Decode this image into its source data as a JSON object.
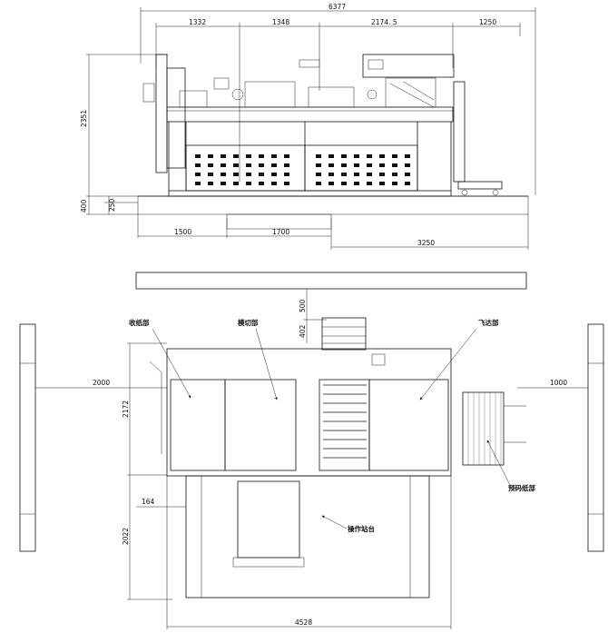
{
  "front_view": {
    "overall_width": "6377",
    "seg_1": "1332",
    "seg_2": "1348",
    "seg_3": "2174. 5",
    "seg_4": "1250",
    "height": "2351",
    "platform_height": "400",
    "base_height": "250",
    "pit_1": "1500",
    "pit_2": "1700",
    "pit_3": "3250"
  },
  "top_view": {
    "gap_top": "500",
    "feeder_depth": "402",
    "left_clearance": "2000",
    "right_clearance": "1000",
    "body_depth": "2172",
    "offset": "164",
    "platform_depth": "2022",
    "overall_width": "4528",
    "labels": {
      "delivery": "收纸部",
      "die_cutting": "模切部",
      "feeder": "飞达部",
      "pre_stack": "预码纸部",
      "operation_platform": "操作站台"
    }
  }
}
